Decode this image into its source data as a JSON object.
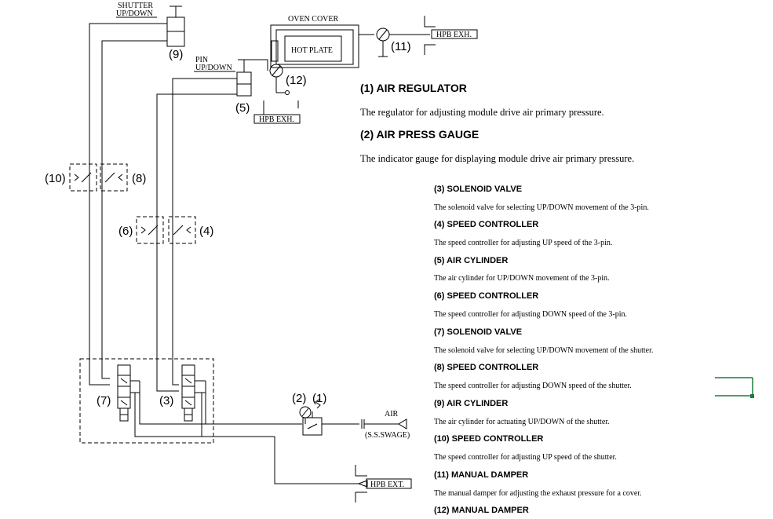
{
  "diagram": {
    "labels": {
      "shutter": [
        "SHUTTER",
        "UP/DOWN"
      ],
      "pin": [
        "PIN",
        "UP/DOWN"
      ],
      "oven_cover": "OVEN COVER",
      "hot_plate": "HOT PLATE",
      "hpb_exh": "HPB EXH.",
      "hpb_ext": "HPB EXT.",
      "air": "AIR",
      "swage": "(S.S.SWAGE)"
    },
    "numbers": {
      "n1": "(1)",
      "n2": "(2)",
      "n3": "(3)",
      "n4": "(4)",
      "n5": "(5)",
      "n6": "(6)",
      "n7": "(7)",
      "n8": "(8)",
      "n9": "(9)",
      "n10": "(10)",
      "n11": "(11)",
      "n12": "(12)"
    }
  },
  "legend": [
    {
      "title": "(1) AIR REGULATOR",
      "desc": "The regulator for adjusting module drive air primary pressure."
    },
    {
      "title": "(2) AIR PRESS GAUGE",
      "desc": "The indicator gauge for displaying module drive air primary pressure."
    },
    {
      "title": "(3) SOLENOID VALVE",
      "desc": "The solenoid valve for selecting UP/DOWN movement of the 3-pin."
    },
    {
      "title": "(4) SPEED CONTROLLER",
      "desc": "The speed controller for adjusting UP speed of the 3-pin."
    },
    {
      "title": "(5) AIR CYLINDER",
      "desc": "The air cylinder for UP/DOWN movement of the 3-pin."
    },
    {
      "title": "(6) SPEED CONTROLLER",
      "desc": "The speed controller for adjusting DOWN speed of the 3-pin."
    },
    {
      "title": "(7) SOLENOID VALVE",
      "desc": "The solenoid valve for selecting UP/DOWN movement of the shutter."
    },
    {
      "title": "(8) SPEED CONTROLLER",
      "desc": "The speed controller for adjusting DOWN speed of the shutter."
    },
    {
      "title": "(9) AIR CYLINDER",
      "desc": "The air cylinder for actuating UP/DOWN of the shutter."
    },
    {
      "title": "(10) SPEED CONTROLLER",
      "desc": "The speed controller for adjusting UP speed of the shutter."
    },
    {
      "title": "(11) MANUAL DAMPER",
      "desc": "The manual damper for adjusting the exhaust pressure for a cover."
    },
    {
      "title": "(12) MANUAL DAMPER",
      "desc": ""
    }
  ],
  "colors": {
    "line": "#000000",
    "background": "#ffffff",
    "selection_mark": "#1e7a3a"
  }
}
